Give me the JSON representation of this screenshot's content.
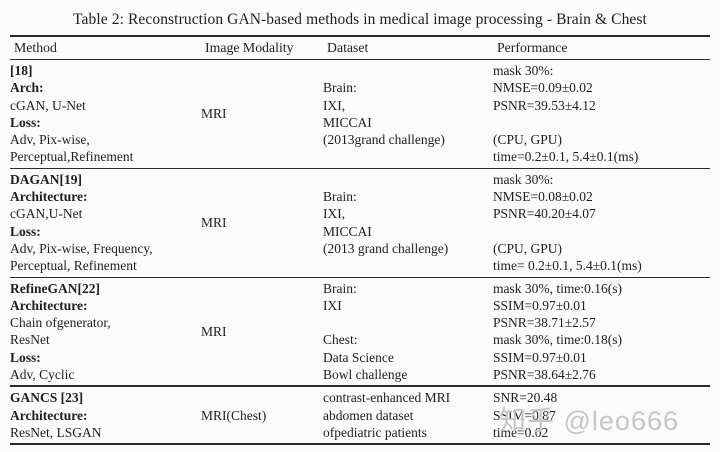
{
  "page": {
    "background": "#fbfbfb",
    "watermark": {
      "text": "知乎 @leo666",
      "color": "#c6c6c6"
    }
  },
  "table": {
    "title": "Table 2: Reconstruction GAN-based methods in medical image processing - Brain & Chest",
    "columns": [
      "Method",
      "Image Modality",
      "Dataset",
      "Performance"
    ],
    "rows": [
      {
        "method": [
          {
            "text": "[18]",
            "bold": true
          },
          {
            "text": "Arch:",
            "bold": true
          },
          {
            "text": "cGAN, U-Net"
          },
          {
            "text": "Loss:",
            "bold": true
          },
          {
            "text": "Adv, Pix-wise,"
          },
          {
            "text": "Perceptual,Refinement"
          }
        ],
        "modality": "MRI",
        "dataset": [
          {
            "text": ""
          },
          {
            "text": "Brain:"
          },
          {
            "text": "IXI,"
          },
          {
            "text": "MICCAI"
          },
          {
            "text": "(2013grand challenge)"
          },
          {
            "text": ""
          }
        ],
        "performance": [
          {
            "text": "mask 30%:"
          },
          {
            "text": "NMSE=0.09±0.02"
          },
          {
            "text": "PSNR=39.53±4.12"
          },
          {
            "text": ""
          },
          {
            "text": "(CPU, GPU)"
          },
          {
            "text": "time=0.2±0.1, 5.4±0.1(ms)"
          }
        ]
      },
      {
        "method": [
          {
            "text": "DAGAN[19]",
            "bold": true
          },
          {
            "text": "Architecture:",
            "bold": true
          },
          {
            "text": "cGAN,U-Net"
          },
          {
            "text": "Loss:",
            "bold": true
          },
          {
            "text": "Adv, Pix-wise, Frequency,"
          },
          {
            "text": "Perceptual, Refinement"
          }
        ],
        "modality": "MRI",
        "dataset": [
          {
            "text": ""
          },
          {
            "text": "Brain:"
          },
          {
            "text": "IXI,"
          },
          {
            "text": "MICCAI"
          },
          {
            "text": "(2013 grand challenge)"
          },
          {
            "text": ""
          }
        ],
        "performance": [
          {
            "text": "mask 30%:"
          },
          {
            "text": "NMSE=0.08±0.02"
          },
          {
            "text": "PSNR=40.20±4.07"
          },
          {
            "text": ""
          },
          {
            "text": "(CPU, GPU)"
          },
          {
            "text": "time= 0.2±0.1, 5.4±0.1(ms)"
          }
        ]
      },
      {
        "method": [
          {
            "text": "RefineGAN[22]",
            "bold": true
          },
          {
            "text": "Architecture:",
            "bold": true
          },
          {
            "text": "Chain ofgenerator,"
          },
          {
            "text": "ResNet"
          },
          {
            "text": "Loss:",
            "bold": true
          },
          {
            "text": "Adv, Cyclic"
          }
        ],
        "modality": "MRI",
        "dataset": [
          {
            "text": "Brain:"
          },
          {
            "text": "IXI"
          },
          {
            "text": ""
          },
          {
            "text": "Chest:"
          },
          {
            "text": "Data Science"
          },
          {
            "text": "Bowl challenge"
          }
        ],
        "performance": [
          {
            "text": "mask 30%, time:0.16(s)"
          },
          {
            "text": "SSIM=0.97±0.01"
          },
          {
            "text": "PSNR=38.71±2.57"
          },
          {
            "text": "mask 30%, time:0.18(s)"
          },
          {
            "text": "SSIM=0.97±0.01"
          },
          {
            "text": "PSNR=38.64±2.76"
          }
        ]
      },
      {
        "method": [
          {
            "text": "GANCS [23]",
            "bold": true
          },
          {
            "text": "Architecture:",
            "bold": true
          },
          {
            "text": "ResNet, LSGAN"
          }
        ],
        "modality": "MRI(Chest)",
        "dataset": [
          {
            "text": "contrast-enhanced MRI"
          },
          {
            "text": "abdomen dataset"
          },
          {
            "text": "ofpediatric patients"
          }
        ],
        "performance": [
          {
            "text": "SNR=20.48"
          },
          {
            "text": "SSIM=0.87"
          },
          {
            "text": "time=0.02"
          }
        ]
      }
    ]
  }
}
